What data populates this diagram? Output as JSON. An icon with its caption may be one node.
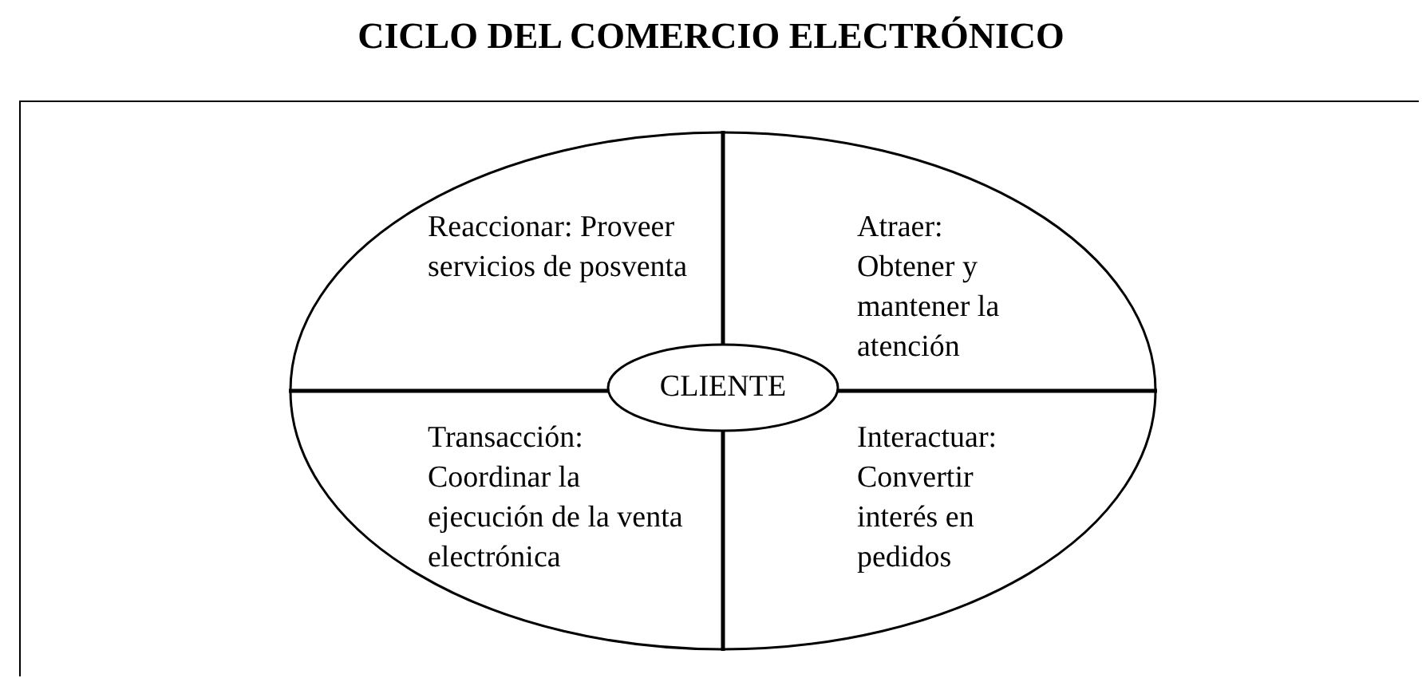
{
  "diagram": {
    "title": "CICLO DEL COMERCIO ELECTRÓNICO",
    "nodes": [
      {
        "text": [],
        "shape": "ellipse"
      },
      {
        "text": [
          "Reaccionar: Proveer servicios de posventa"
        ],
        "in": 0
      },
      {
        "text": [
          "Atraer: Obtener y mantener la atención"
        ],
        "in": 0
      },
      {
        "text": [
          "CLIENTE"
        ],
        "in": 0
      },
      {
        "text": [
          "Transacción: Coordinar la ejecución de la venta electrónica"
        ],
        "in": 0
      },
      {
        "text": [
          "Interactuar: Convertir interés en pedidos"
        ],
        "in": 0
      }
    ],
    "edges": []
  }
}
